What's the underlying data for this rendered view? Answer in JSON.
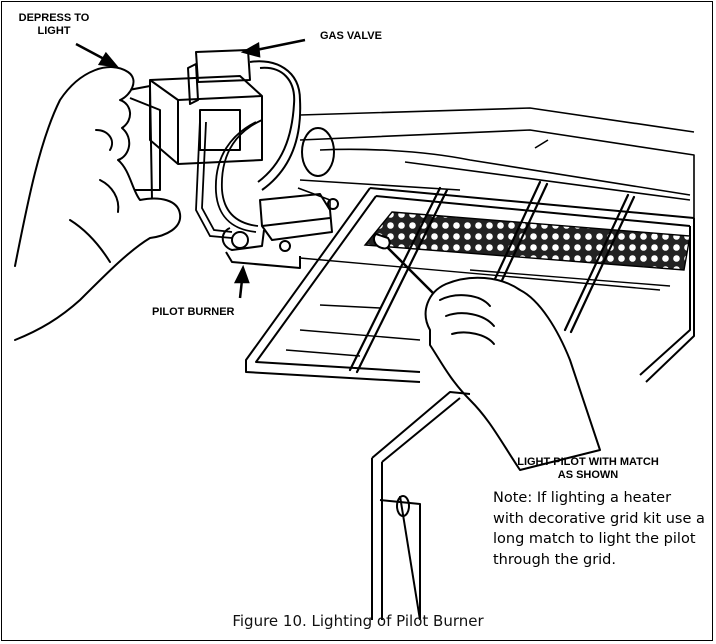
{
  "labels": {
    "depress": [
      "DEPRESS TO",
      "LIGHT"
    ],
    "gas_valve": "GAS VALVE",
    "pilot_burner": "PILOT BURNER",
    "light_pilot": [
      "LIGHT PILOT WITH MATCH",
      "AS SHOWN"
    ]
  },
  "note": [
    "Note: If lighting a heater",
    "with decorative grid kit use a",
    "long match to light the pilot",
    "through the grid."
  ],
  "caption": "Figure 10. Lighting of Pilot Burner"
}
